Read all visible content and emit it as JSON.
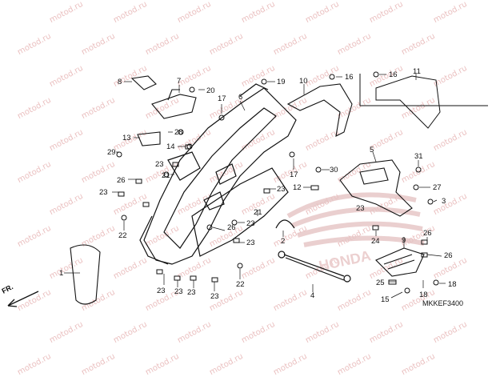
{
  "watermark_text": "motod.ru",
  "diagram_code": "MKKEF3400",
  "direction_label": "FR.",
  "emblem_text": "HONDA",
  "part_numbers": [
    "1",
    "2",
    "3",
    "4",
    "5",
    "6",
    "7",
    "8",
    "9",
    "10",
    "11",
    "12",
    "13",
    "14",
    "15",
    "16",
    "17",
    "18",
    "19",
    "20",
    "21",
    "22",
    "23",
    "24",
    "25",
    "26",
    "27",
    "28",
    "29",
    "30",
    "31"
  ],
  "colors": {
    "line": "#111111",
    "watermark": "#d98b8b",
    "emblem": "#e8c8c8"
  }
}
